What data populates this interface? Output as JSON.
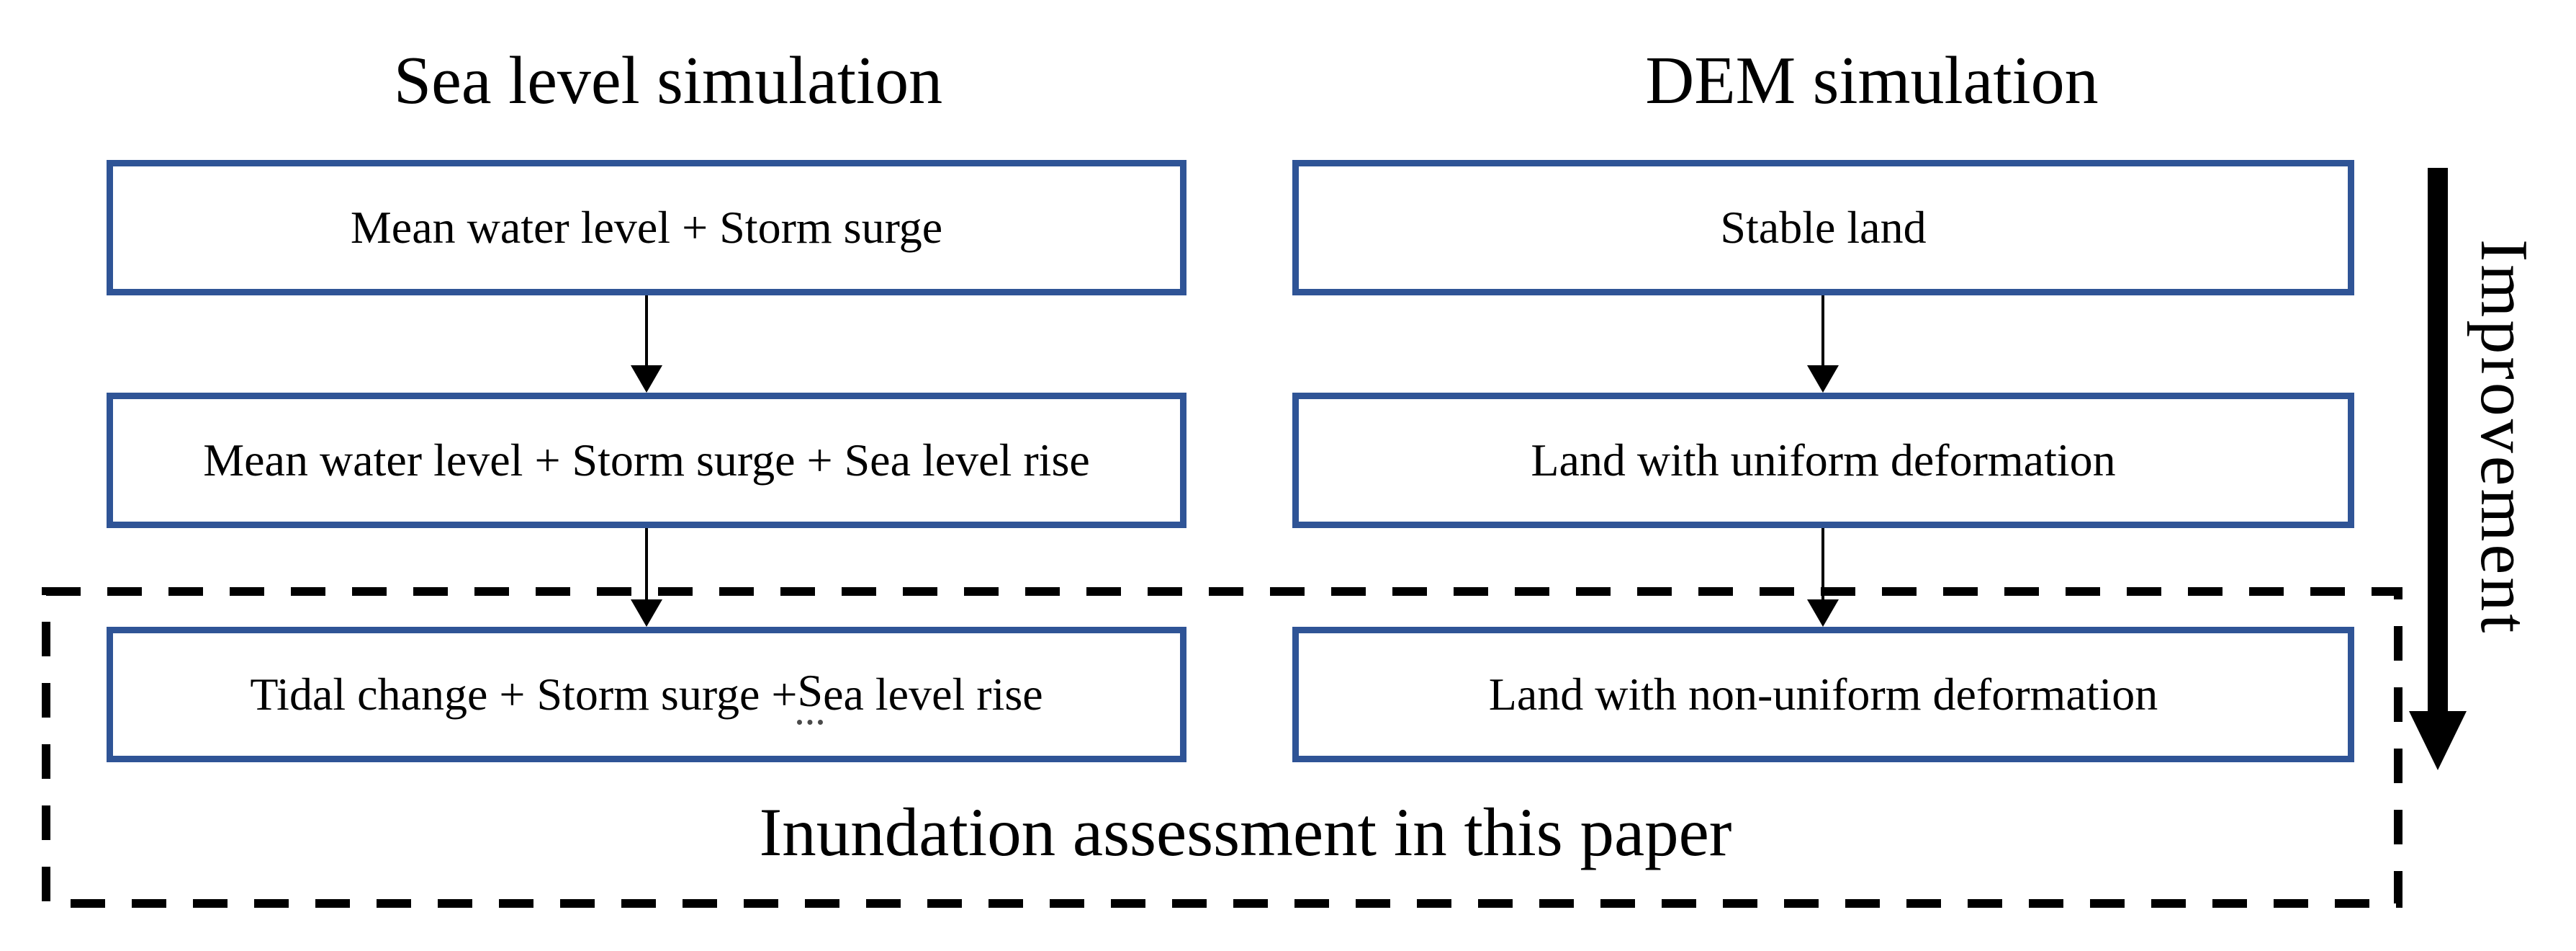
{
  "diagram": {
    "sea_column": {
      "title": "Sea level simulation",
      "box1": "Mean water level + Storm surge",
      "box2": "Mean water level + Storm surge + Sea level rise",
      "box3": {
        "pre": "Tidal change + Storm surge + ",
        "underlined": "S",
        "post": "ea level rise"
      }
    },
    "dem_column": {
      "title": "DEM simulation",
      "box1": "Stable land",
      "box2": "Land with uniform deformation",
      "box3": "Land with non-uniform deformation"
    },
    "footer_label": "Inundation assessment in this paper",
    "improvement_label": "Improvement",
    "colors": {
      "box_border": "#2F5496",
      "arrow": "#000000",
      "dashed_outline": "#000000",
      "background": "#FFFFFF",
      "text": "#000000"
    }
  }
}
